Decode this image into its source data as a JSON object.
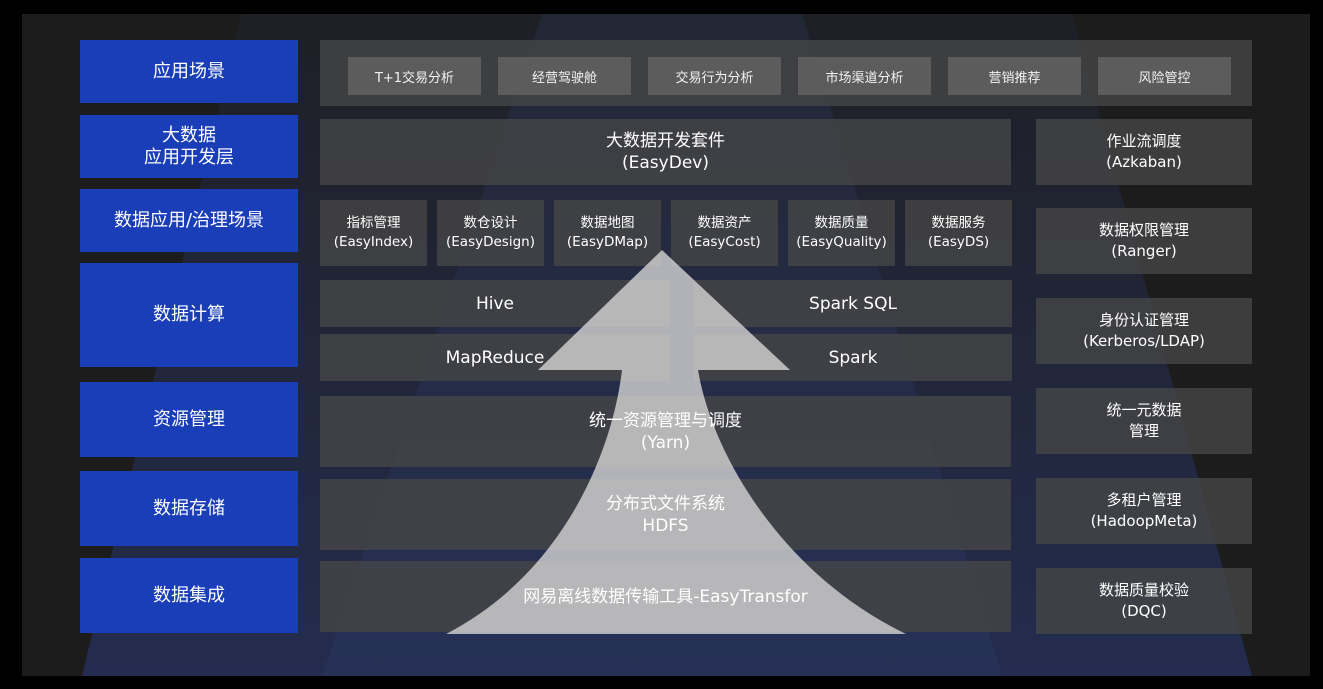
{
  "colors": {
    "label_bg": "#1a3db8",
    "panel_bg": "#464646",
    "pill_bg": "#5c5c5c",
    "arrow": "#d9d9d9"
  },
  "left_labels": {
    "app_scene": "应用场景",
    "bigdata_dev": "大数据\n应用开发层",
    "data_gov": "数据应用/治理场景",
    "compute": "数据计算",
    "resource": "资源管理",
    "storage": "数据存储",
    "integration": "数据集成"
  },
  "scenes": [
    "T+1交易分析",
    "经营驾驶舱",
    "交易行为分析",
    "市场渠道分析",
    "营销推荐",
    "风险管控"
  ],
  "dev_suite": "大数据开发套件\n(EasyDev)",
  "gov_tools": [
    "指标管理\n(EasyIndex)",
    "数仓设计\n(EasyDesign)",
    "数据地图\n(EasyDMap)",
    "数据资产\n(EasyCost)",
    "数据质量\n(EasyQuality)",
    "数据服务\n(EasyDS)"
  ],
  "compute": {
    "hive": "Hive",
    "spark_sql": "Spark SQL",
    "mapreduce": "MapReduce",
    "spark": "Spark"
  },
  "yarn": "统一资源管理与调度\n(Yarn)",
  "hdfs": "分布式文件系统\nHDFS",
  "transfer": "网易离线数据传输工具-EasyTransfor",
  "side": [
    "作业流调度\n(Azkaban)",
    "数据权限管理\n(Ranger)",
    "身份认证管理\n(Kerberos/LDAP)",
    "统一元数据\n管理",
    "多租户管理\n(HadoopMeta)",
    "数据质量校验\n(DQC)"
  ]
}
